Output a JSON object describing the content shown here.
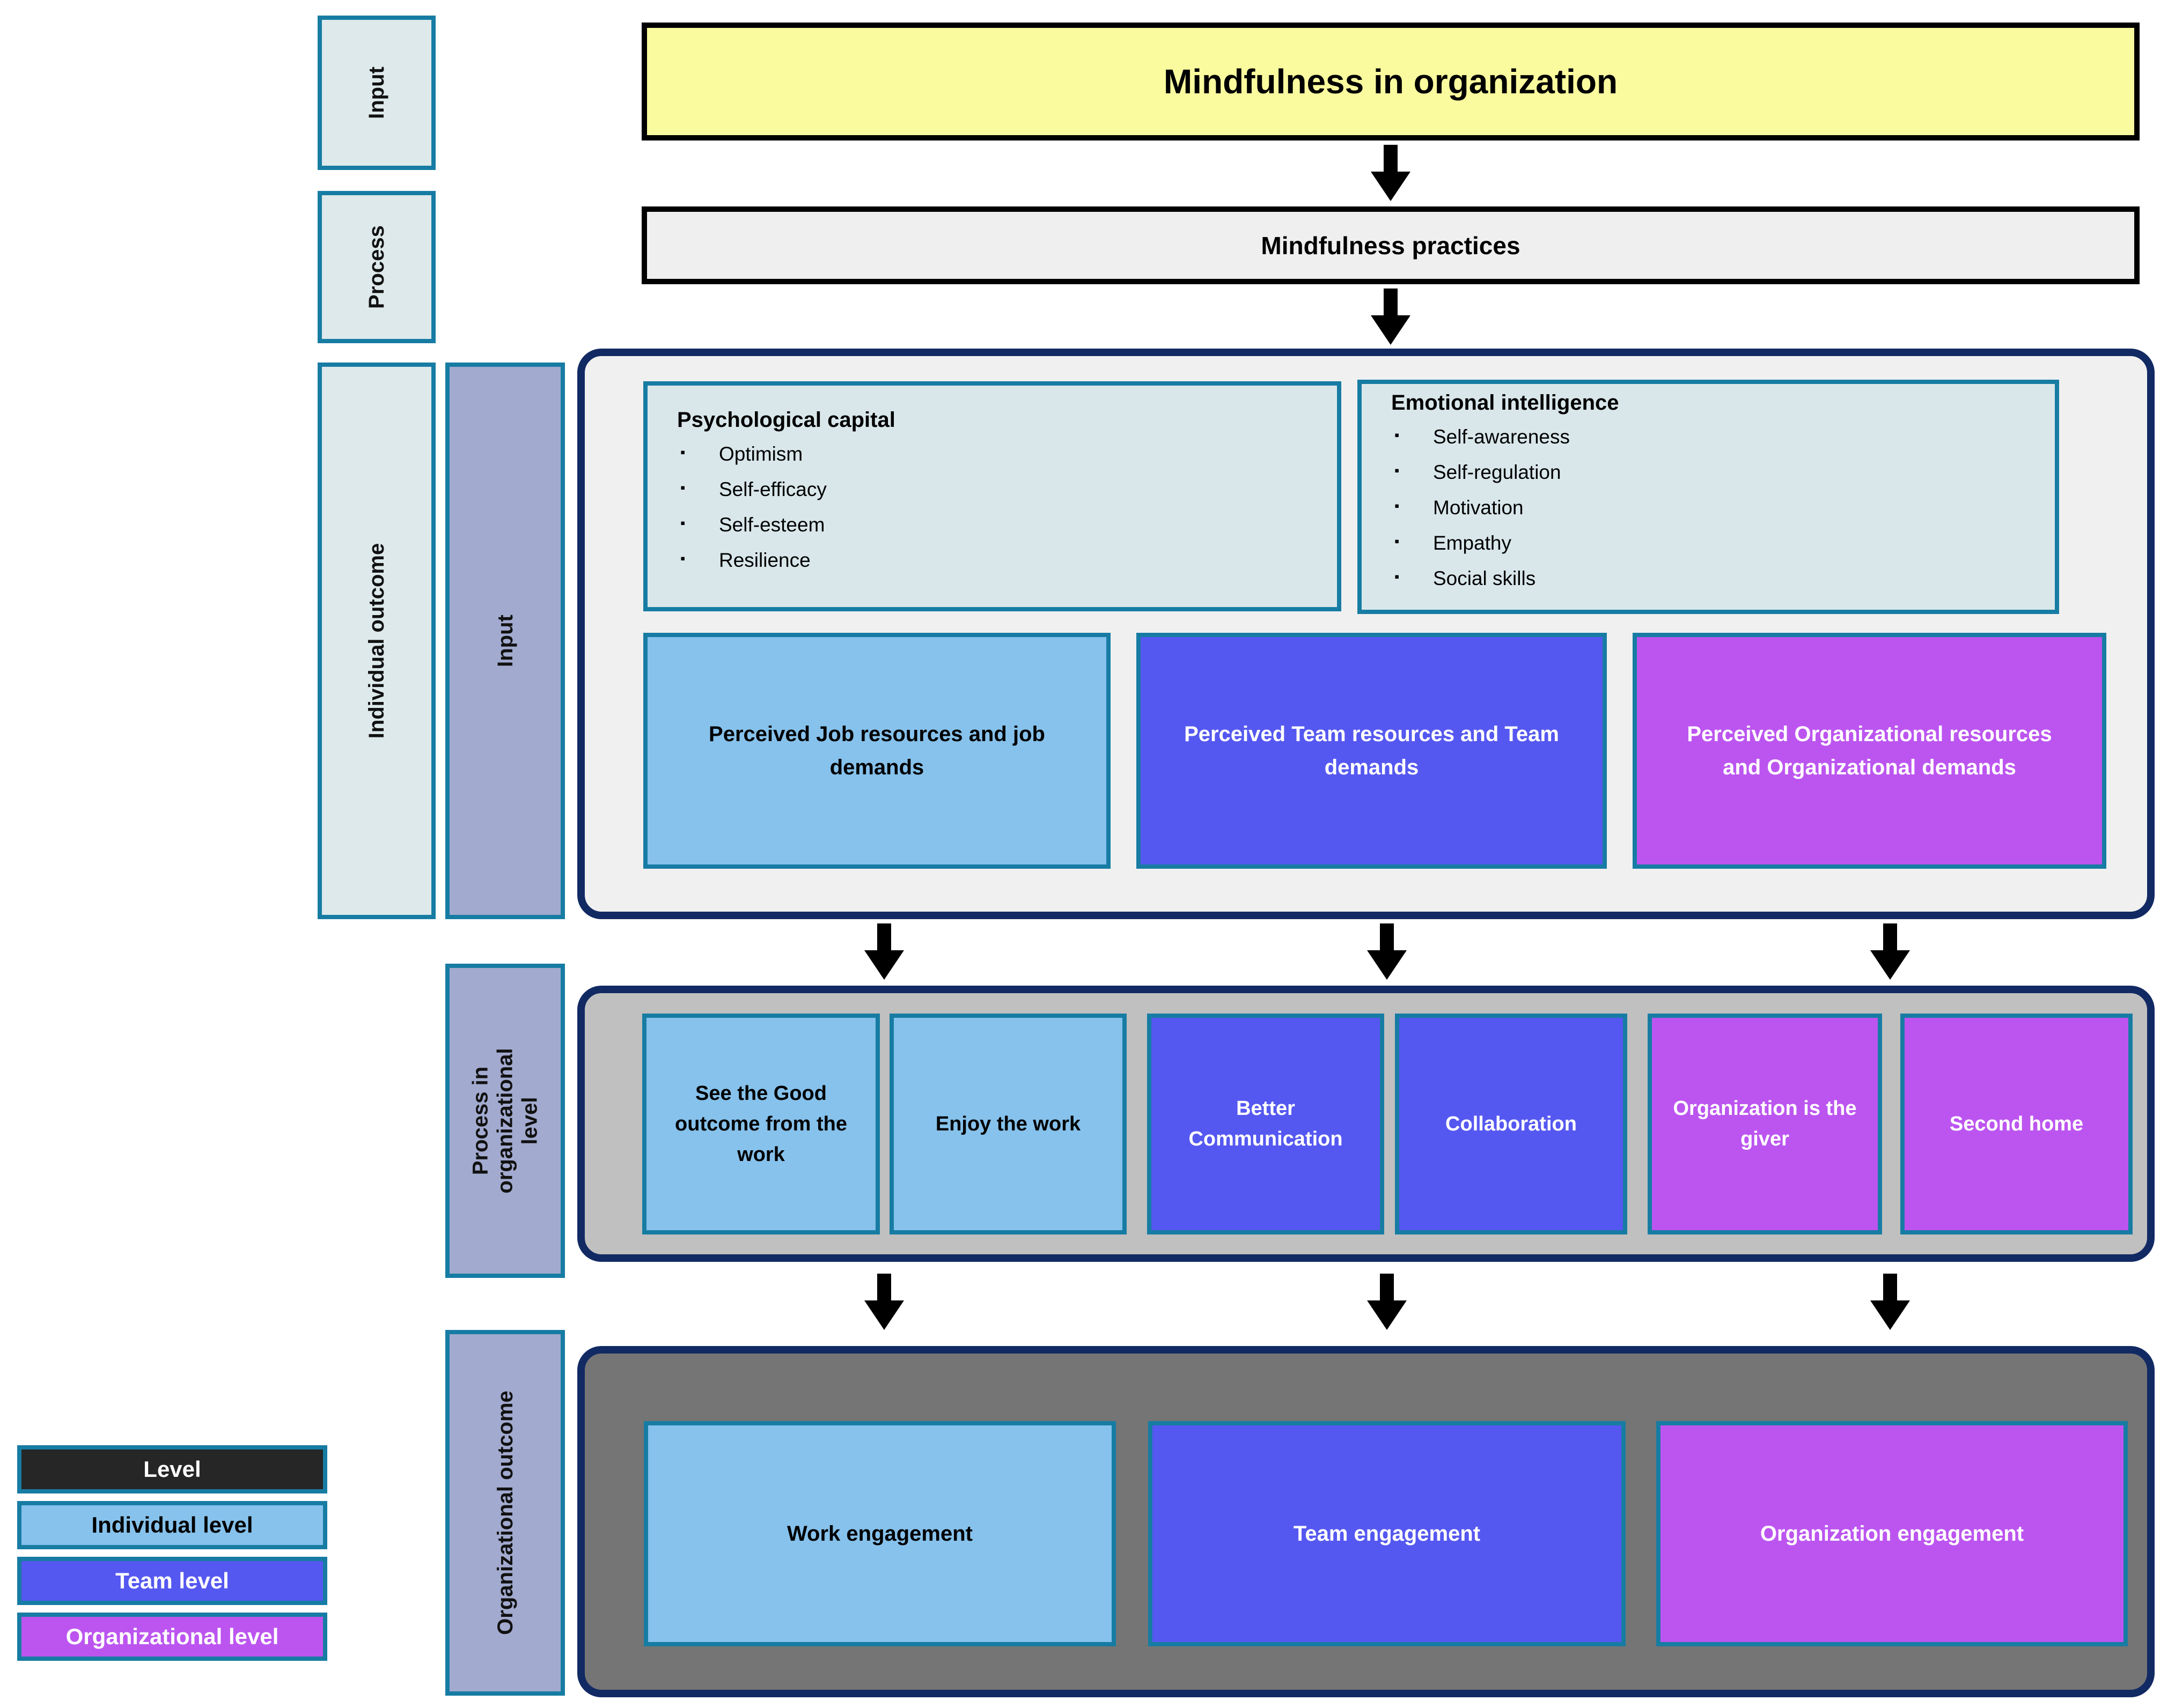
{
  "rows": {
    "input_label": "Input",
    "process_label": "Process"
  },
  "title_box": {
    "text": "Mindfulness in organization"
  },
  "practices_box": {
    "text": "Mindfulness practices"
  },
  "individual_section": {
    "outer_label": "Individual outcome",
    "inner_label": "Input",
    "psych": {
      "title": "Psychological capital",
      "items": [
        "Optimism",
        "Self-efficacy",
        "Self-esteem",
        "Resilience"
      ]
    },
    "ei": {
      "title": "Emotional intelligence",
      "items": [
        "Self-awareness",
        "Self-regulation",
        "Motivation",
        "Empathy",
        "Social skills"
      ]
    },
    "resources": [
      {
        "label": "Perceived Job resources and job demands",
        "level": "individual"
      },
      {
        "label": "Perceived Team resources and Team demands",
        "level": "team"
      },
      {
        "label": "Perceived Organizational resources and Organizational demands",
        "level": "organizational"
      }
    ]
  },
  "process_section": {
    "label": "Process in organizational level",
    "boxes": [
      {
        "label": "See the Good outcome from the work",
        "level": "individual"
      },
      {
        "label": "Enjoy the work",
        "level": "individual"
      },
      {
        "label": "Better Communication",
        "level": "team"
      },
      {
        "label": "Collaboration",
        "level": "team"
      },
      {
        "label": "Organization is the giver",
        "level": "organizational"
      },
      {
        "label": "Second home",
        "level": "organizational"
      }
    ]
  },
  "outcome_section": {
    "label": "Organizational outcome",
    "boxes": [
      {
        "label": "Work engagement",
        "level": "individual"
      },
      {
        "label": "Team engagement",
        "level": "team"
      },
      {
        "label": "Organization engagement",
        "level": "organizational"
      }
    ]
  },
  "legend": {
    "header": "Level",
    "items": [
      {
        "label": "Individual level",
        "level": "individual"
      },
      {
        "label": "Team level",
        "level": "team"
      },
      {
        "label": "Organizational level",
        "level": "organizational"
      }
    ]
  },
  "colors": {
    "individual": {
      "bg": "#86C2EC",
      "text": "#000000"
    },
    "team": {
      "bg": "#5558F0",
      "text": "#FFFFFF"
    },
    "organizational": {
      "bg": "#BC55F0",
      "text": "#FFFFFF"
    },
    "header": {
      "bg": "#262626",
      "text": "#FFFFFF"
    },
    "highlight": {
      "bg": "#FAFA9E",
      "text": "#000000"
    },
    "teal_border": "#177CA3",
    "navy_border": "#122A63"
  }
}
